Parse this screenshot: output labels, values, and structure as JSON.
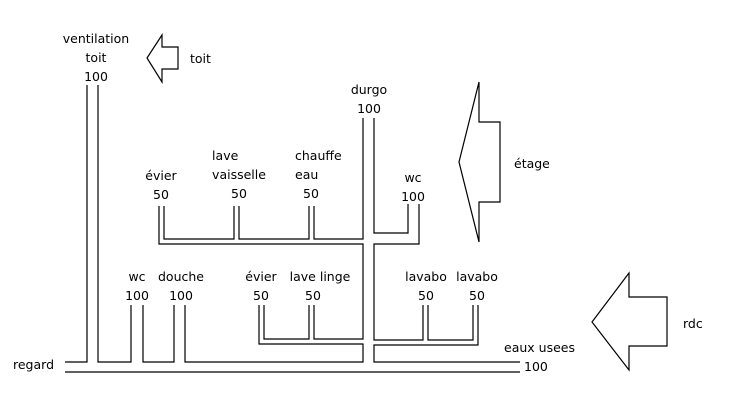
{
  "colors": {
    "line": "#000000",
    "background": "#ffffff"
  },
  "levels": {
    "toit": "toit",
    "etage": "étage",
    "rdc": "rdc"
  },
  "labels": {
    "ventilation": [
      "ventilation",
      "toit",
      "100"
    ],
    "durgo": [
      "durgo",
      "100"
    ],
    "etage_evier": [
      "évier",
      "50"
    ],
    "etage_lave_vaisselle": [
      "lave",
      "vaisselle",
      "50"
    ],
    "etage_chauffe_eau": [
      "chauffe",
      "eau",
      "50"
    ],
    "etage_wc": [
      "wc",
      "100"
    ],
    "rdc_wc": [
      "wc",
      "100"
    ],
    "rdc_douche": [
      "douche",
      "100"
    ],
    "rdc_evier": [
      "évier",
      "50"
    ],
    "rdc_lave_linge": [
      "lave linge",
      "50"
    ],
    "rdc_lavabo_1": [
      "lavabo",
      "50"
    ],
    "rdc_lavabo_2": [
      "lavabo",
      "50"
    ],
    "regard": "regard",
    "eaux_usees": [
      "eaux usees",
      "100"
    ]
  }
}
